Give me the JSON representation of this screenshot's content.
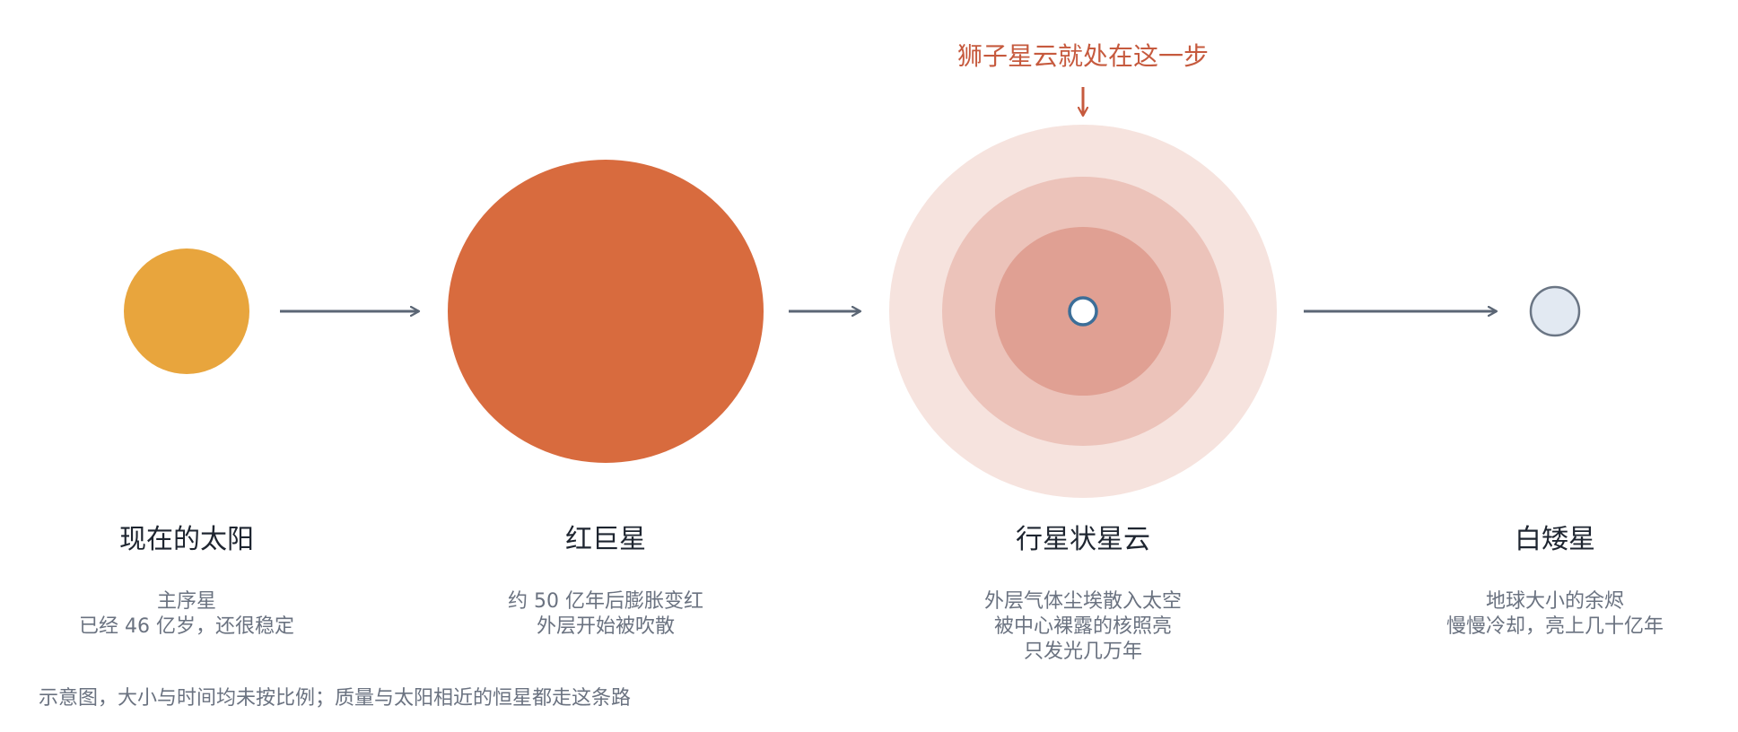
{
  "callout": {
    "text": "狮子星云就处在这一步"
  },
  "stages": [
    {
      "title": "现在的太阳",
      "desc": [
        "主序星",
        "已经 46 亿岁，还很稳定"
      ]
    },
    {
      "title": "红巨星",
      "desc": [
        "约 50 亿年后膨胀变红",
        "外层开始被吹散"
      ]
    },
    {
      "title": "行星状星云",
      "desc": [
        "外层气体尘埃散入太空",
        "被中心裸露的核照亮",
        "只发光几万年"
      ]
    },
    {
      "title": "白矮星",
      "desc": [
        "地球大小的余烬",
        "慢慢冷却，亮上几十亿年"
      ]
    }
  ],
  "footnote": "示意图，大小与时间均未按比例；质量与太阳相近的恒星都走这条路",
  "colors": {
    "sun": "#e8a53d",
    "red_giant": "#d86b3e",
    "nebula_outer": "#f6e3de",
    "nebula_middle": "#ecc3ba",
    "nebula_inner": "#e0a093",
    "core_fill": "#ffffff",
    "core_stroke": "#3c6e98",
    "white_dwarf_fill": "#e2e9f2",
    "white_dwarf_stroke": "#6a7584",
    "arrow": "#5b6675",
    "callout": "#c65a3e"
  }
}
